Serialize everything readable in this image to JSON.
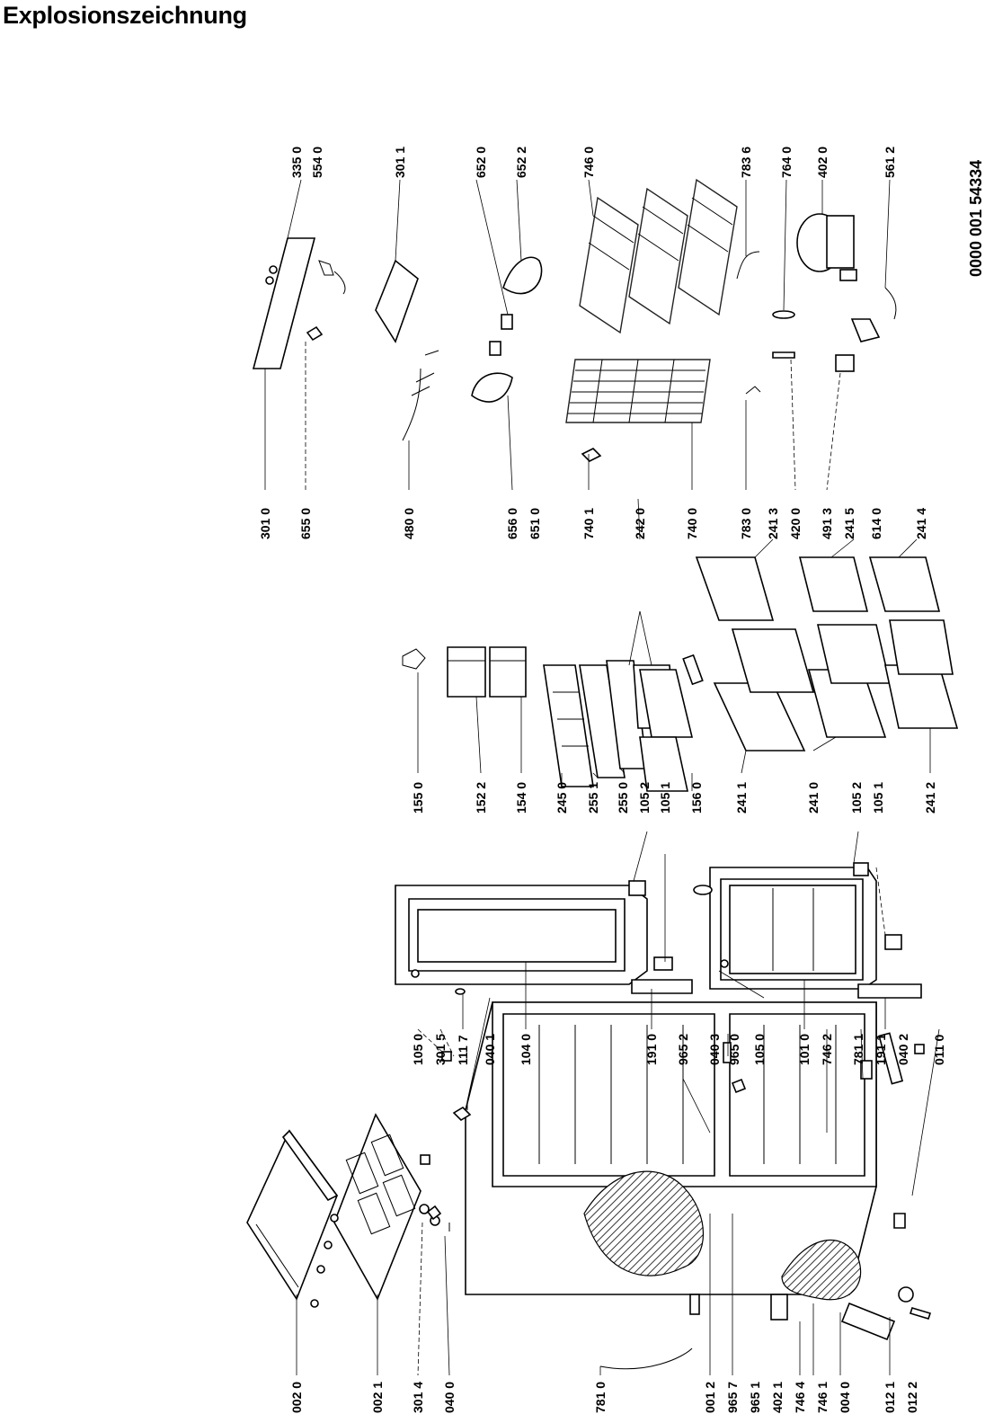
{
  "title": "Explosionszeichnung",
  "document_number": "0000 001 54334",
  "labels": [
    "002 0",
    "002 1",
    "301 4",
    "040 0",
    "781 0",
    "001 2",
    "965 7",
    "965 1",
    "402 1",
    "746 4",
    "746 1",
    "004 0",
    "012 1",
    "012 2",
    "105 0",
    "301 5",
    "111 7",
    "040 1",
    "104 0",
    "191 0",
    "965 2",
    "040 3",
    "965 0",
    "105 0",
    "101 0",
    "746 2",
    "781 1",
    "191 1",
    "040 2",
    "011 0",
    "155 0",
    "152 2",
    "154 0",
    "245 0",
    "255 1",
    "255 0",
    "105 2",
    "105 1",
    "156 0",
    "241 1",
    "241 0",
    "105 2",
    "105 1",
    "241 2",
    "301 0",
    "655 0",
    "480 0",
    "656 0",
    "651 0",
    "740 1",
    "242 0",
    "740 0",
    "783 0",
    "241 3",
    "420 0",
    "491 3",
    "241 5",
    "614 0",
    "241 4",
    "335 0",
    "554 0",
    "301 1",
    "652 0",
    "652 2",
    "746 0",
    "783 6",
    "764 0",
    "402 0",
    "561 2"
  ]
}
